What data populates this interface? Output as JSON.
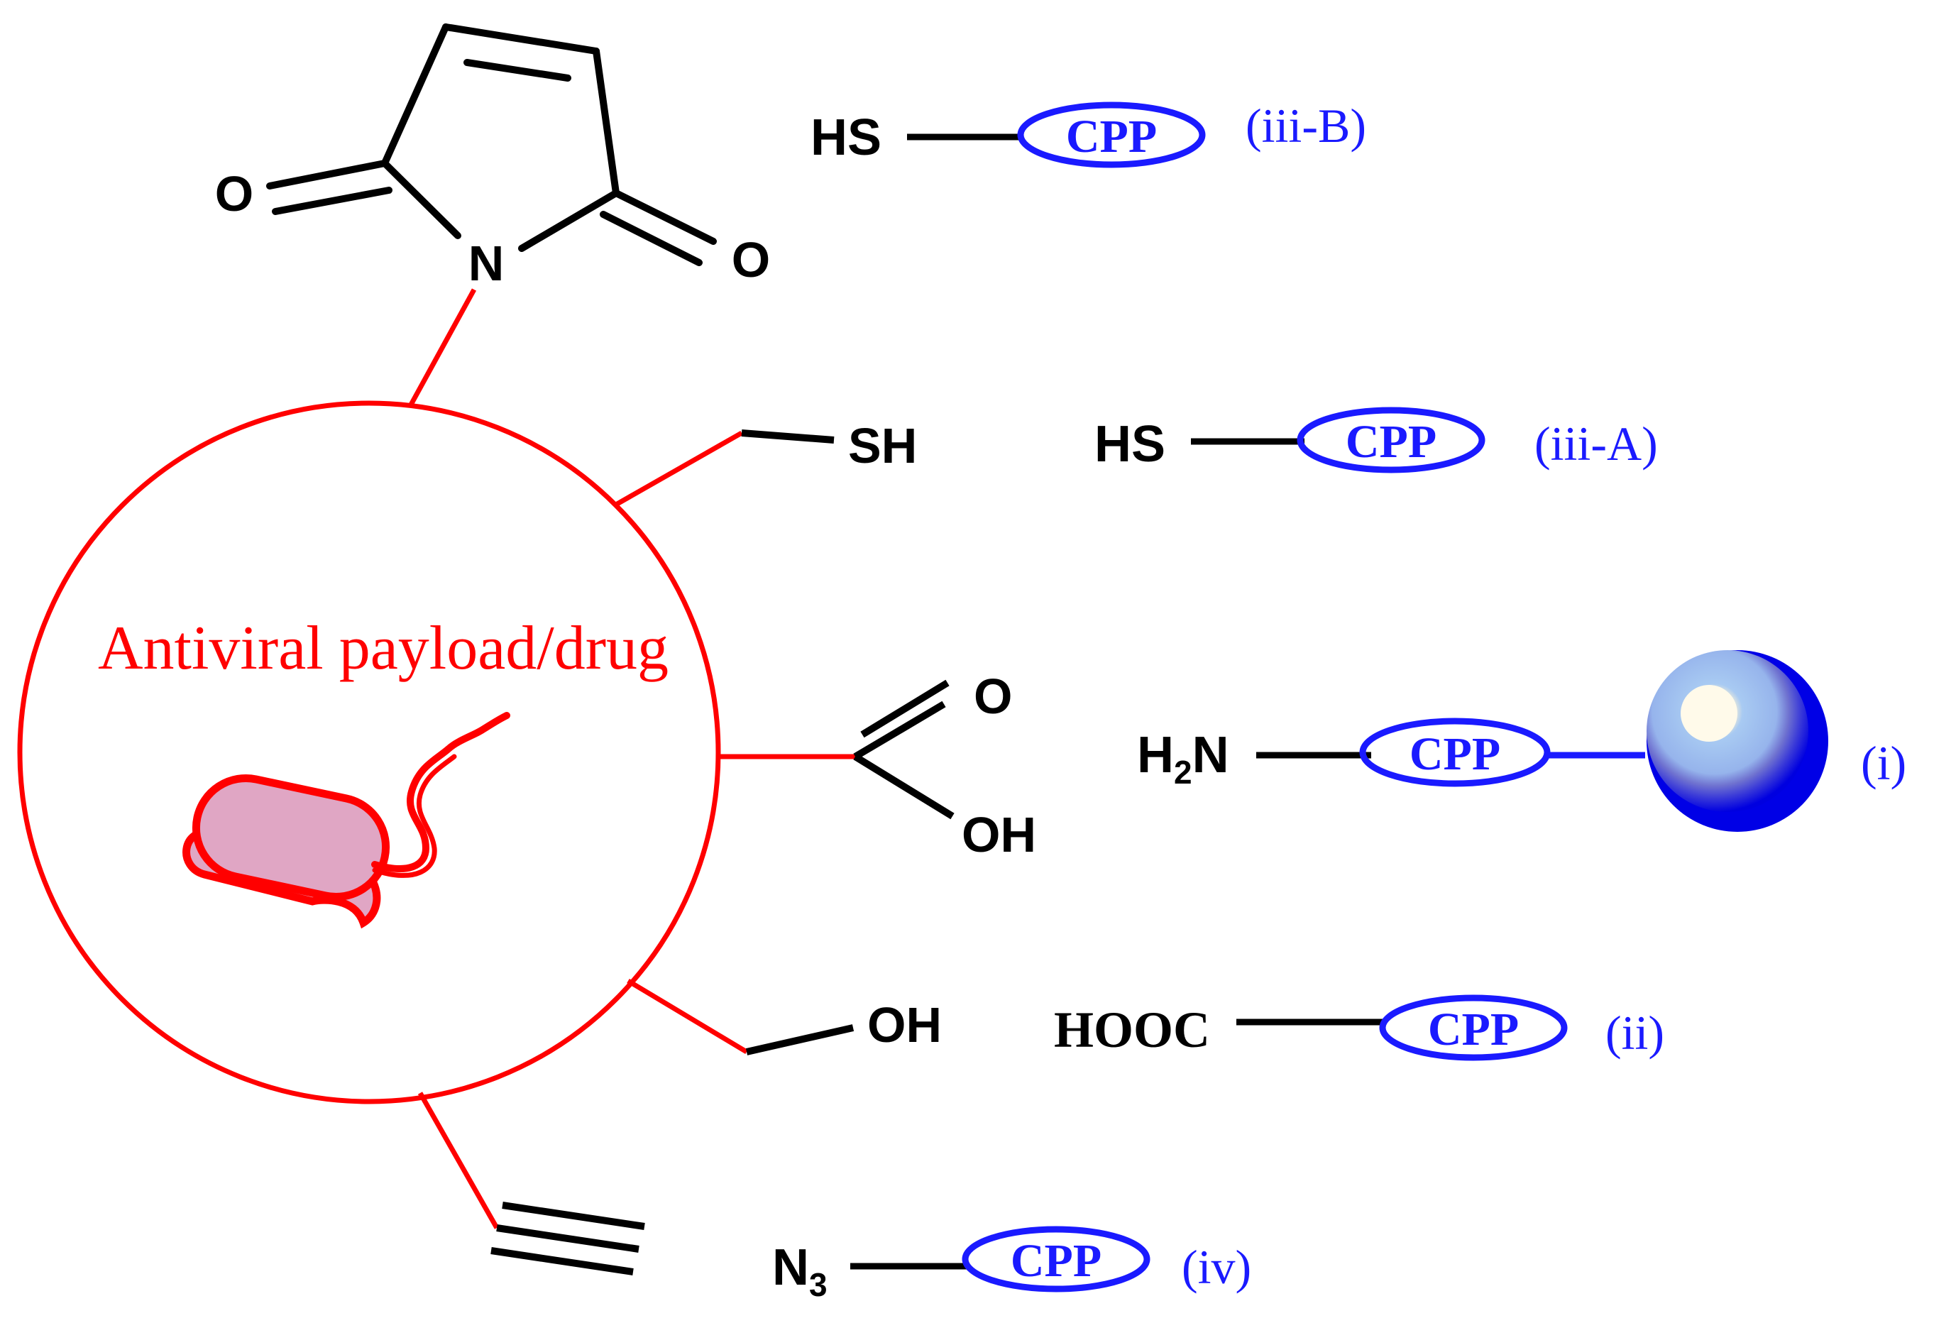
{
  "colors": {
    "payload": "#ff0000",
    "cpp": "#1a1aff",
    "bond": "#000000",
    "bacterium_fill": "#e0a6c4",
    "sphere_dark": "#0000e6",
    "sphere_light": "#a6c8f0"
  },
  "payload": {
    "label": "Antiviral payload/drug",
    "icon": "bacterium-icon"
  },
  "groups": {
    "maleimide": {
      "O_left": "O",
      "O_right": "O",
      "N": "N"
    },
    "thiol": {
      "label": "SH"
    },
    "carboxyl": {
      "O": "O",
      "OH": "OH"
    },
    "hydroxyl": {
      "label": "OH"
    }
  },
  "conjugates": [
    {
      "id": "iii-B",
      "terminal": "HS",
      "cpp": "CPP",
      "tag": "(iii-B)"
    },
    {
      "id": "iii-A",
      "terminal": "HS",
      "cpp": "CPP",
      "tag": "(iii-A)"
    },
    {
      "id": "i",
      "terminal_main": "H",
      "terminal_sub": "2",
      "terminal_tail": "N",
      "cpp": "CPP",
      "tag": "(i)",
      "carrier": "nanoparticle-sphere-icon"
    },
    {
      "id": "ii",
      "terminal": "HOOC",
      "cpp": "CPP",
      "tag": "(ii)"
    },
    {
      "id": "iv",
      "terminal_main": "N",
      "terminal_sub": "3",
      "cpp": "CPP",
      "tag": "(iv)"
    }
  ]
}
